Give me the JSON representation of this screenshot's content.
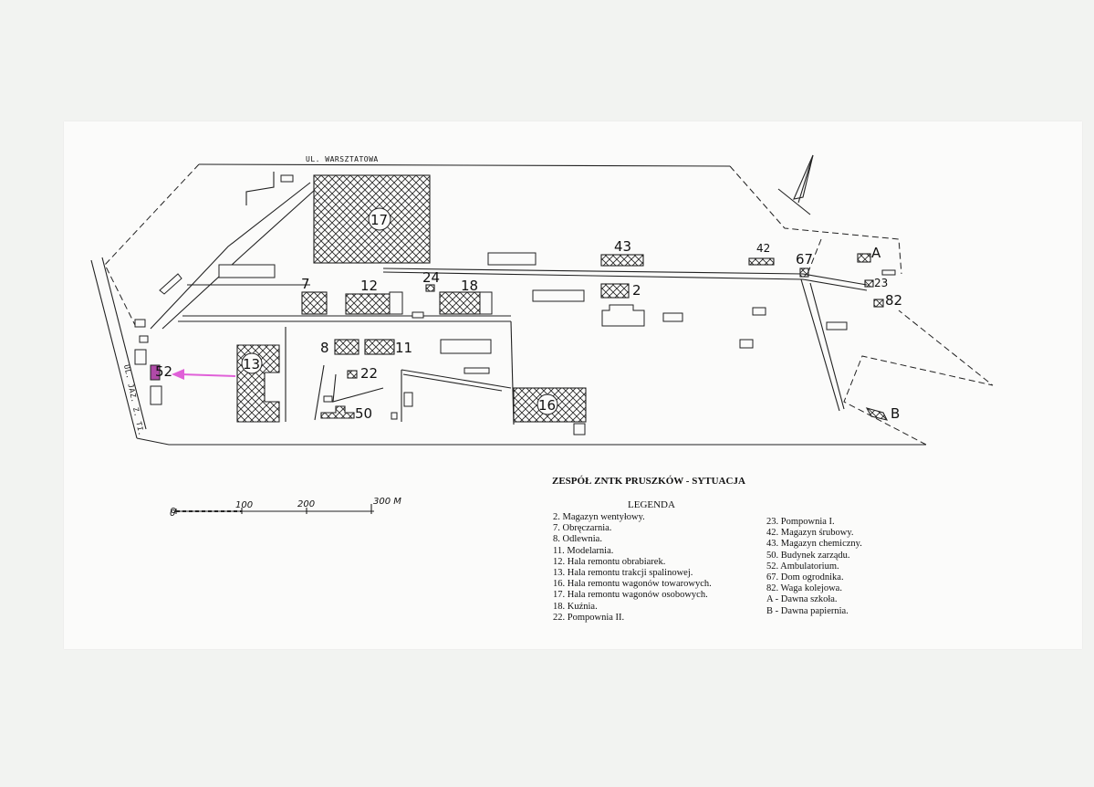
{
  "title": "ZESPÓŁ ZNTK PRUSZKÓW - SYTUACJA",
  "legend": {
    "heading": "LEGENDA",
    "col1": [
      "2. Magazyn wentyłowy.",
      "7. Obręczarnia.",
      "8. Odlewnia.",
      "11. Modelarnia.",
      "12. Hala remontu obrabiarek.",
      "13. Hala remontu trakcji spalinowej.",
      "16. Hala remontu wagonów towarowych.",
      "17. Hala remontu wagonów osobowych.",
      "18. Kuźnia.",
      "22. Pompownia II."
    ],
    "col2": [
      "23. Pompownia I.",
      "42. Magazyn śrubowy.",
      "43. Magazyn chemiczny.",
      "50. Budynek zarządu.",
      "52. Ambulatorium.",
      "67. Dom ogrodnika.",
      "82. Waga kolejowa.",
      "A - Dawna szkoła.",
      "B - Dawna papiernia."
    ]
  },
  "streets": {
    "north": "UL. WARSZTATOWA",
    "west": "UL. JAZ. Z. TI."
  },
  "scale": [
    "0",
    "100",
    "200",
    "300 M"
  ],
  "buildings": {
    "b17": "17",
    "b43": "43",
    "b42": "42",
    "b67": "67",
    "bA": "A",
    "b7": "7",
    "b12": "12",
    "b24": "24",
    "b18": "18",
    "b2": "2",
    "b23": "23",
    "b82": "82",
    "b13": "13",
    "b52": "52",
    "b8": "8",
    "b11": "11",
    "b22": "22",
    "b50": "50",
    "b16": "16",
    "bB": "B"
  },
  "colors": {
    "highlight": "#e060d8",
    "ink": "#222222",
    "paper": "#fbfbfa"
  }
}
